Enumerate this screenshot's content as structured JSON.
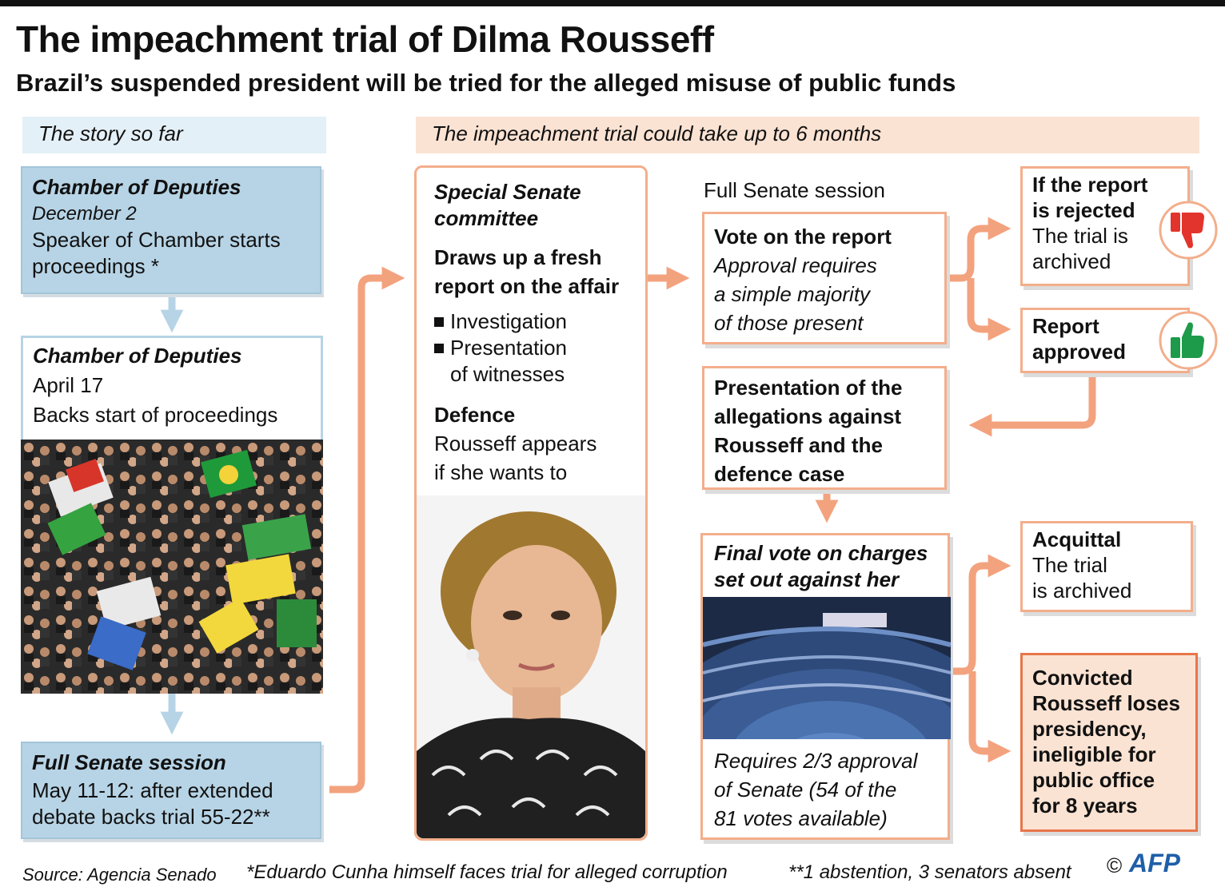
{
  "header": {
    "title": "The impeachment trial of Dilma Rousseff",
    "subtitle": "Brazil’s suspended president will be tried for the alleged misuse of public funds"
  },
  "banners": {
    "left": "The story so far",
    "right": "The impeachment trial could take up to 6 months"
  },
  "story": {
    "step1": {
      "heading": "Chamber of Deputies",
      "date": "December 2",
      "text_line1": "Speaker of Chamber starts",
      "text_line2": "proceedings *"
    },
    "step2": {
      "heading": "Chamber of Deputies",
      "date": "April 17",
      "text": "Backs start of proceedings"
    },
    "step3": {
      "heading": "Full Senate session",
      "text_line1": "May 11-12: after extended",
      "text_line2": "debate backs trial 55-22**"
    }
  },
  "committee": {
    "heading_line1": "Special Senate",
    "heading_line2": "committee",
    "action_line1": "Draws up a fresh",
    "action_line2": "report on the affair",
    "bullets": [
      "Investigation",
      "Presentation",
      "of witnesses"
    ],
    "defence_heading": "Defence",
    "defence_line1": "Rousseff appears",
    "defence_line2": "if she wants to"
  },
  "senate": {
    "heading": "Full Senate session",
    "vote": {
      "title": "Vote on the report",
      "lines": [
        "Approval requires",
        "a simple majority",
        "of those present"
      ]
    },
    "presentation": {
      "lines": [
        "Presentation of the",
        "allegations against",
        "Rousseff and the",
        "defence case"
      ]
    },
    "final": {
      "heading_line1": "Final vote on charges",
      "heading_line2": "set out against her",
      "lines": [
        "Requires 2/3 approval",
        "of Senate (54 of the",
        "81 votes available)"
      ]
    }
  },
  "outcomes": {
    "rejected": {
      "heading_line1": "If the report",
      "heading_line2": "is rejected",
      "text_line1": "The trial is",
      "text_line2": "archived"
    },
    "approved": {
      "line1": "Report",
      "line2": "approved"
    },
    "acquittal": {
      "heading": "Acquittal",
      "text_line1": "The trial",
      "text_line2": "is archived"
    },
    "convicted": {
      "heading": "Convicted",
      "lines": [
        "Rousseff loses",
        "presidency,",
        "ineligible for",
        "public office",
        "for 8 years"
      ]
    }
  },
  "footer": {
    "source": "Source: Agencia Senado",
    "note1": "*Eduardo Cunha himself faces trial for alleged corruption",
    "note2": "**1 abstention, 3 senators absent",
    "copyright": "©",
    "logo": "AFP"
  },
  "colors": {
    "blue": "#b7d4e6",
    "peach": "#fbe3d3",
    "orange_arrow": "#f3a27e",
    "convicted_border": "#e8764a",
    "thumb_down": "#e2342c",
    "thumb_up": "#1d9a4a",
    "afp_blue": "#1f5fa8"
  }
}
